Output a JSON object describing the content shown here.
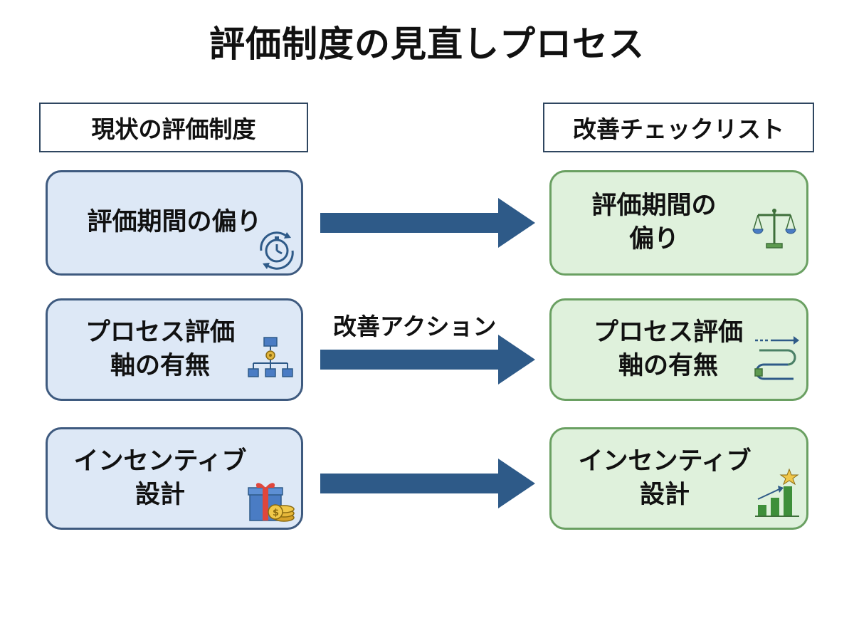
{
  "title": "評価制度の見直しプロセス",
  "left_header": "現状の評価制度",
  "right_header": "改善チェックリスト",
  "action_label": "改善アクション",
  "left_cards": [
    {
      "label": "評価期間の偏り",
      "icon": "clock-cycle-icon"
    },
    {
      "label": "プロセス評価\n軸の有無",
      "icon": "flowchart-gear-icon"
    },
    {
      "label": "インセンティブ\n設計",
      "icon": "gift-coins-icon"
    }
  ],
  "right_cards": [
    {
      "label": "評価期間の\n偏り",
      "icon": "balance-scale-icon"
    },
    {
      "label": "プロセス評価\n軸の有無",
      "icon": "process-path-icon"
    },
    {
      "label": "インセンティブ\n設計",
      "icon": "growth-chart-star-icon"
    }
  ],
  "colors": {
    "left_fill": "#dde8f6",
    "left_border": "#3e5a7f",
    "right_fill": "#dff1dc",
    "right_border": "#6aa062",
    "arrow": "#2e5a88"
  }
}
